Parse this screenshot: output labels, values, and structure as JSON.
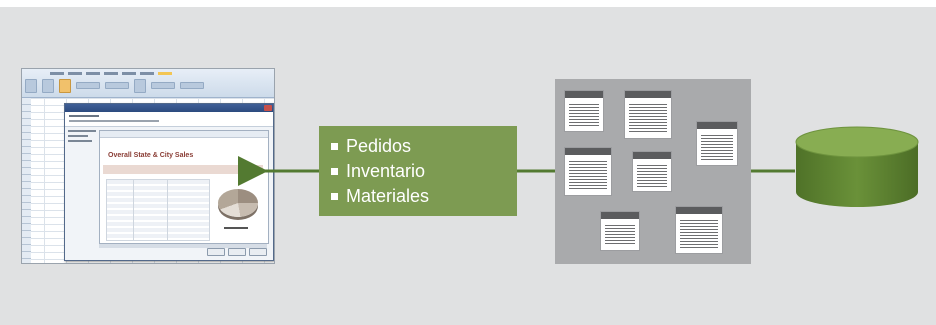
{
  "label_box": {
    "items": [
      "Pedidos",
      "Inventario",
      "Materiales"
    ]
  },
  "report_preview": {
    "title": "Overall State & City Sales"
  },
  "icons": {
    "spreadsheet": "spreadsheet-screenshot-icon",
    "tables": "data-table-icon",
    "database": "database-cylinder-icon"
  },
  "colors": {
    "background": "#e0e1e2",
    "green": "#7d9b52",
    "connector": "#537a31",
    "tables_panel": "#a9aaac",
    "database": "#5c7f2f"
  }
}
